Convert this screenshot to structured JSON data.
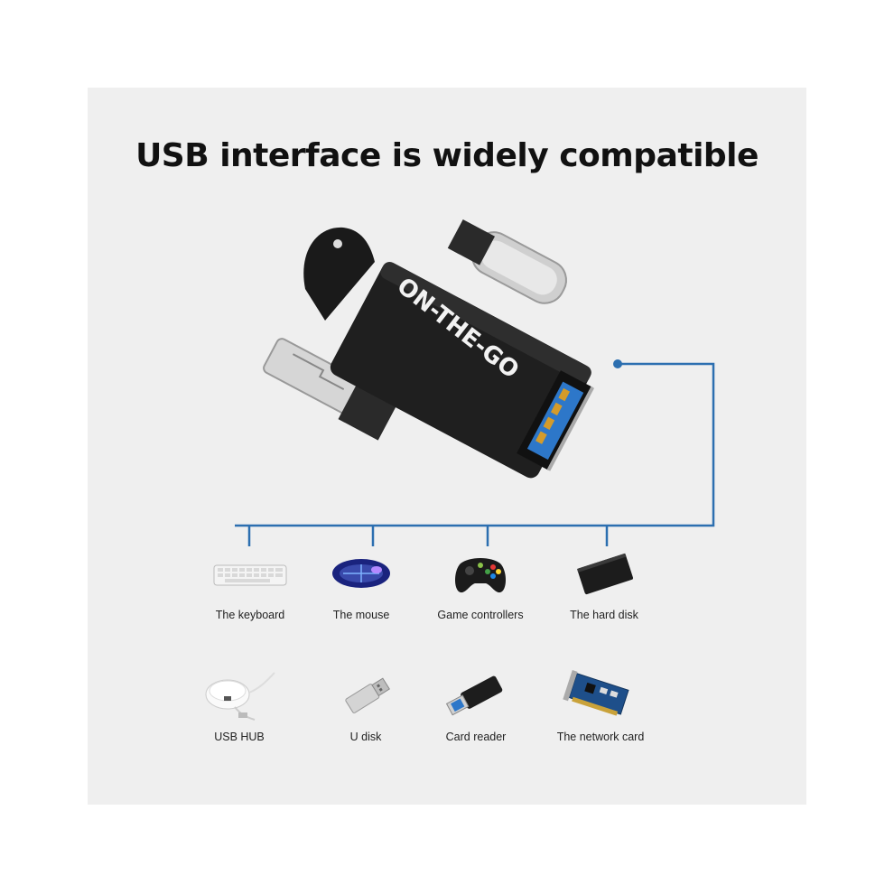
{
  "title": "USB interface is widely compatible",
  "adapter": {
    "logo_text": "ON-THE-GO",
    "accent_color": "#2c6fb0"
  },
  "devices_row1": [
    {
      "label": "The keyboard",
      "icon": "keyboard-icon"
    },
    {
      "label": "The mouse",
      "icon": "mouse-icon"
    },
    {
      "label": "Game controllers",
      "icon": "gamepad-icon"
    },
    {
      "label": "The hard disk",
      "icon": "hard-disk-icon"
    }
  ],
  "devices_row2": [
    {
      "label": "USB HUB",
      "icon": "usb-hub-icon"
    },
    {
      "label": "U disk",
      "icon": "u-disk-icon"
    },
    {
      "label": "Card reader",
      "icon": "card-reader-icon"
    },
    {
      "label": "The network card",
      "icon": "network-card-icon"
    }
  ]
}
